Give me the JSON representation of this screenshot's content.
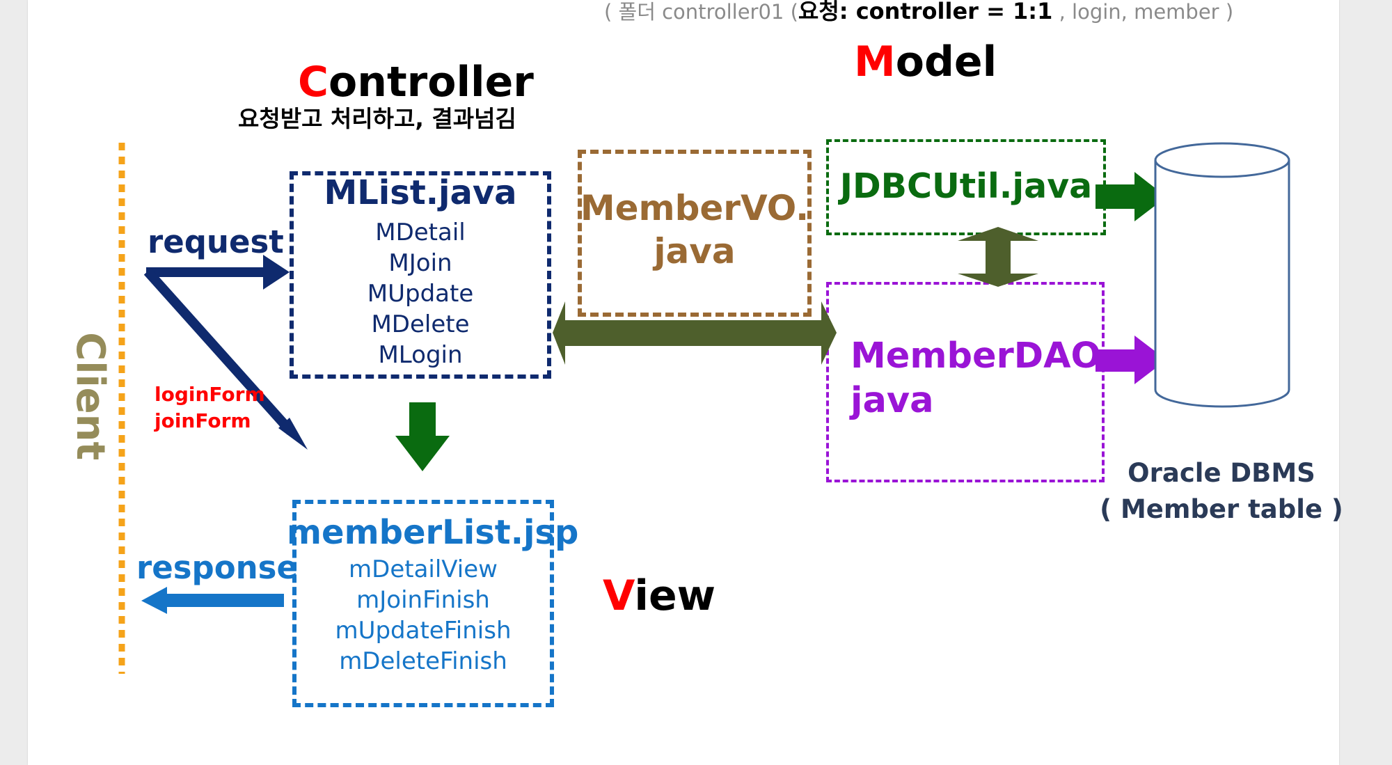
{
  "subtitle": {
    "prefix": "( 폴더 controller01 (",
    "emphasis": "요청: controller = 1:1",
    "suffix": " , login, member )"
  },
  "controller": {
    "initial": "C",
    "rest": "ontroller",
    "description": "요청받고 처리하고, 결과넘김",
    "box_title": "MList.java",
    "items": [
      "MDetail",
      "MJoin",
      "MUpdate",
      "MDelete",
      "MLogin"
    ]
  },
  "model": {
    "initial": "M",
    "rest": "odel"
  },
  "view": {
    "initial": "V",
    "rest": "iew",
    "box_title": "memberList.jsp",
    "items": [
      "mDetailView",
      "mJoinFinish",
      "mUpdateFinish",
      "mDeleteFinish"
    ]
  },
  "client": {
    "label": "Client"
  },
  "flows": {
    "request": "request",
    "response": "response",
    "forms": [
      "loginForm",
      "joinForm"
    ]
  },
  "model_boxes": {
    "vo": [
      "MemberVO.",
      "java"
    ],
    "jdbc": "JDBCUtil.java",
    "dao": [
      "MemberDAO.",
      "java"
    ]
  },
  "database": {
    "line1": "Oracle DBMS",
    "line2": "( Member table )"
  },
  "colors": {
    "highlight_red": "#ff0000",
    "controller_navy": "#0f2a6e",
    "view_blue": "#1575c8",
    "vo_brown": "#9a6a34",
    "jdbc_green": "#0a6b10",
    "dao_purple": "#9a14d6",
    "olive_arrow": "#4e5f2c",
    "client_khaki": "#958c5a",
    "dotted_orange": "#f5a31a",
    "db_text": "#2a3a57"
  }
}
